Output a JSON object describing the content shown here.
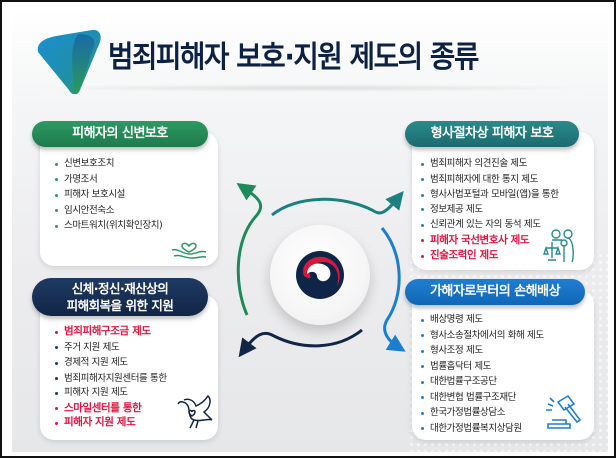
{
  "title": "범죄피해자 보호·지원 제도의 종류",
  "colors": {
    "title": "#0d2145",
    "green": "#1e7a4c",
    "teal": "#1c6b70",
    "navy": "#112646",
    "blue": "#1166b5",
    "highlight": "#e0163f"
  },
  "icons": {
    "logo": "government-logo-icon",
    "center": "taegeuk-emblem-icon",
    "top_left": "heart-hand-icon",
    "top_right": "family-scales-icon",
    "bottom_left": "dove-heart-icon",
    "bottom_right": "gavel-icon"
  },
  "sections": {
    "top_left": {
      "heading": "피해자의 신변보호",
      "items": [
        "신변보호조치",
        "가명조서",
        "피해자 보호시설",
        "임시안전숙소",
        "스마트워치(위치확인장치)"
      ]
    },
    "top_right": {
      "heading": "형사절차상 피해자 보호",
      "items": [
        "범죄피해자 의견진술 제도",
        "범죄피해자에 대한 통지 제도",
        "형사사법포털과 모바일(앱)을 통한",
        "정보제공 제도",
        "신뢰관계 있는 자의 동석 제도",
        "피해자 국선변호사 제도",
        "진술조력인 제도"
      ]
    },
    "bottom_left": {
      "heading_line1": "신체·정신·재산상의",
      "heading_line2": "피해회복을 위한 지원",
      "items": [
        "범죄피해구조금 제도",
        "주거 지원 제도",
        "경제적 지원 제도",
        "범죄피해자지원센터를 통한",
        "피해자 지원 제도",
        "스마일센터를 통한",
        "피해자 지원 제도"
      ]
    },
    "bottom_right": {
      "heading": "가해자로부터의 손해배상",
      "items": [
        "배상명령 제도",
        "형사소송절차에서의 화해 제도",
        "형사조정 제도",
        "법률홈닥터 제도",
        "대한법률구조공단",
        "대한변협 법률구조재단",
        "한국가정법률상담소",
        "대한가정법률복지상담원"
      ]
    }
  }
}
